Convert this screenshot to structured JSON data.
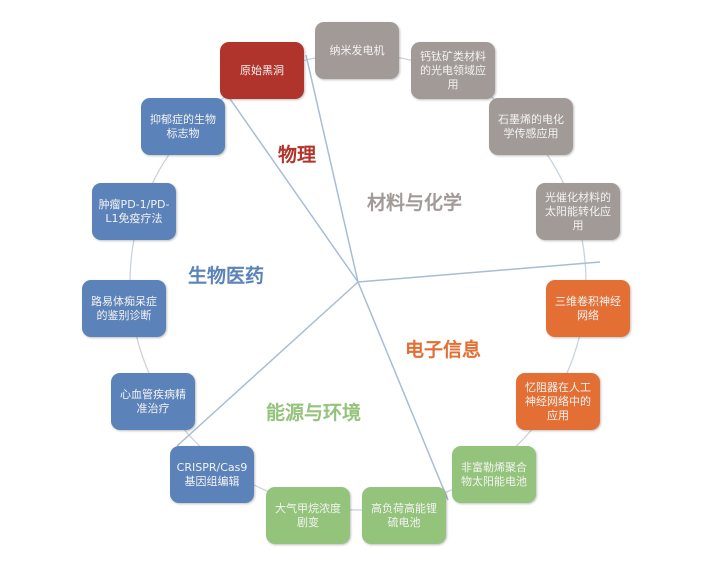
{
  "colors": {
    "physics": "#b0342b",
    "materials": "#a29a96",
    "bio": "#5b82b9",
    "electronics": "#e36f35",
    "energy": "#94c37b",
    "lines": "#a9bcd6"
  },
  "categories": {
    "physics": "物理",
    "materials": "材料与化学",
    "bio": "生物医药",
    "electronics": "电子信息",
    "energy": "能源与环境"
  },
  "topics": [
    {
      "text": "原始黑洞",
      "cat": "physics"
    },
    {
      "text": "纳米发电机",
      "cat": "materials"
    },
    {
      "text": "钙钛矿类材料的光电领域应用",
      "cat": "materials"
    },
    {
      "text": "石墨烯的电化学传感应用",
      "cat": "materials"
    },
    {
      "text": "光催化材料的太阳能转化应用",
      "cat": "materials"
    },
    {
      "text": "三维卷积神经网络",
      "cat": "electronics"
    },
    {
      "text": "忆阻器在人工神经网络中的应用",
      "cat": "electronics"
    },
    {
      "text": "非富勒烯聚合物太阳能电池",
      "cat": "energy"
    },
    {
      "text": "高负荷高能锂硫电池",
      "cat": "energy"
    },
    {
      "text": "大气甲烷浓度剧变",
      "cat": "energy"
    },
    {
      "text": "CRISPR/Cas9基因组编辑",
      "cat": "bio"
    },
    {
      "text": "心血管疾病精准治疗",
      "cat": "bio"
    },
    {
      "text": "路易体痴呆症的鉴别诊断",
      "cat": "bio"
    },
    {
      "text": "肿瘤PD-1/PD-L1免疫疗法",
      "cat": "bio"
    },
    {
      "text": "抑郁症的生物标志物",
      "cat": "bio"
    }
  ]
}
